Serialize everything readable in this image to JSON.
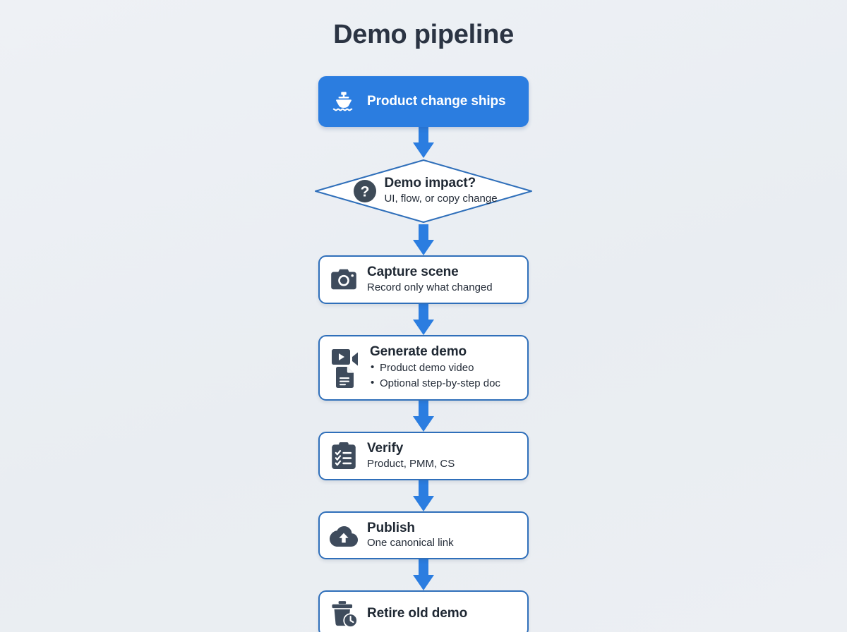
{
  "page": {
    "title": "Demo pipeline",
    "background_color": "#eceff3",
    "accent_color": "#2b7de0",
    "border_color": "#2f6fba",
    "icon_color": "#3e4b5c",
    "text_color": "#1f2833"
  },
  "flow": {
    "nodes": [
      {
        "id": "product-change-ships",
        "shape": "rounded-rect-filled",
        "icon": "ship-icon",
        "title": "Product change ships",
        "subtitle": "",
        "bullets": []
      },
      {
        "id": "demo-impact",
        "shape": "diamond",
        "icon": "question-circle-icon",
        "title": "Demo impact?",
        "subtitle": "UI, flow, or copy change",
        "bullets": []
      },
      {
        "id": "capture-scene",
        "shape": "rounded-rect",
        "icon": "camera-icon",
        "title": "Capture scene",
        "subtitle": "Record only what changed",
        "bullets": []
      },
      {
        "id": "generate-demo",
        "shape": "rounded-rect",
        "icon": "video-camera-icon",
        "icon_secondary": "document-icon",
        "title": "Generate demo",
        "subtitle": "",
        "bullets": [
          "Product demo video",
          "Optional step-by-step doc"
        ]
      },
      {
        "id": "verify",
        "shape": "rounded-rect",
        "icon": "clipboard-checklist-icon",
        "title": "Verify",
        "subtitle": "Product, PMM, CS",
        "bullets": []
      },
      {
        "id": "publish",
        "shape": "rounded-rect",
        "icon": "cloud-upload-icon",
        "title": "Publish",
        "subtitle": "One canonical link",
        "bullets": []
      },
      {
        "id": "retire-old-demo",
        "shape": "rounded-rect",
        "icon": "trash-clock-icon",
        "title": "Retire old demo",
        "subtitle": "",
        "bullets": []
      }
    ],
    "connectors": [
      {
        "id": "arrow-1",
        "from": "product-change-ships",
        "to": "demo-impact",
        "direction": "down"
      },
      {
        "id": "arrow-2",
        "from": "demo-impact",
        "to": "capture-scene",
        "direction": "down"
      },
      {
        "id": "arrow-3",
        "from": "capture-scene",
        "to": "generate-demo",
        "direction": "down"
      },
      {
        "id": "arrow-4",
        "from": "generate-demo",
        "to": "verify",
        "direction": "down"
      },
      {
        "id": "arrow-5",
        "from": "verify",
        "to": "publish",
        "direction": "down"
      },
      {
        "id": "arrow-6",
        "from": "publish",
        "to": "retire-old-demo",
        "direction": "down"
      }
    ]
  }
}
